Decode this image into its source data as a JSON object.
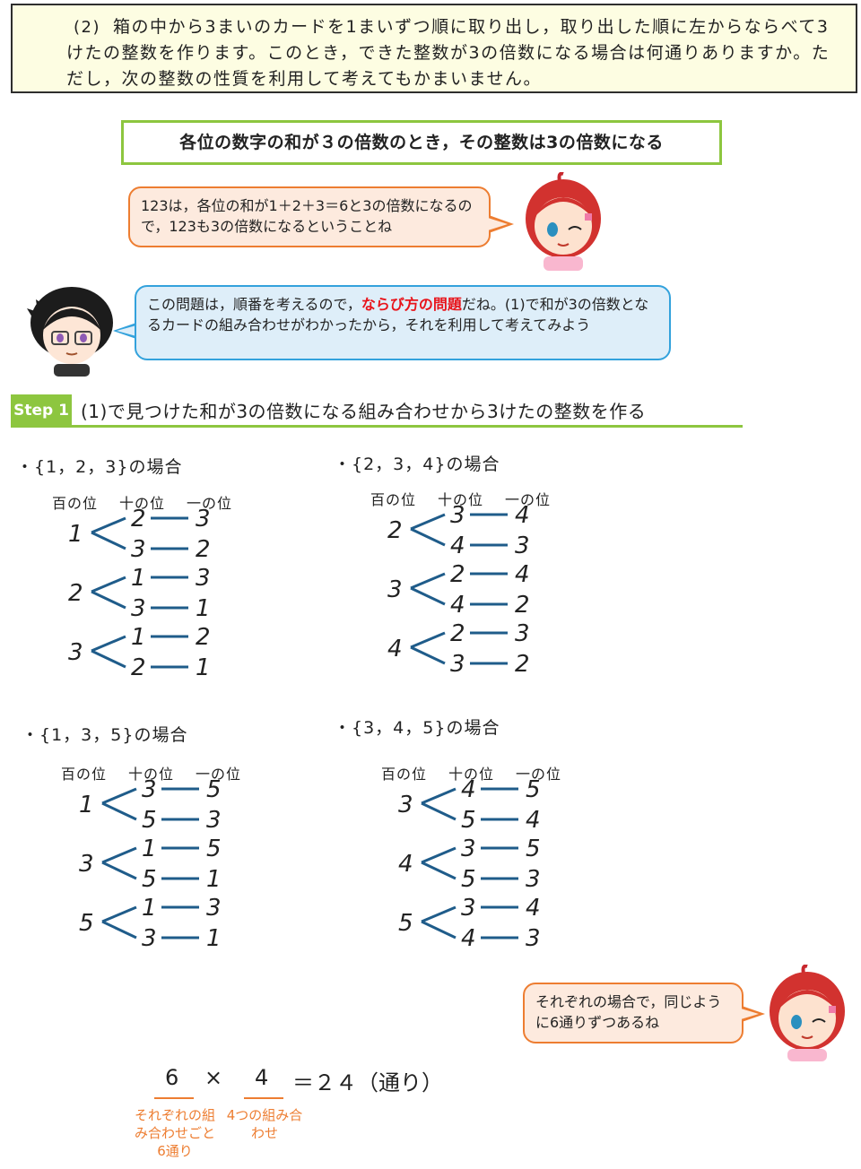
{
  "problem": {
    "number": "(2)",
    "text": "箱の中から3まいのカードを1まいずつ順に取り出し，取り出した順に左からならべて3けたの整数を作ります。このとき，できた整数が3の倍数になる場合は何通りありますか。ただし，次の整数の性質を利用して考えてもかまいません。"
  },
  "property": "各位の数字の和が３の倍数のとき，その整数は3の倍数になる",
  "bubble1": "123は，各位の和が1＋2＋3＝6と3の倍数になるので，123も3の倍数になるということね",
  "bubble2": {
    "before": "この問題は，順番を考えるので，",
    "highlight": "ならび方の問題",
    "after": "だね。(1)で和が3の倍数となるカードの組み合わせがわかったから，それを利用して考えてみよう"
  },
  "step": {
    "badge": "Step 1",
    "title": "(1)で見つけた和が3の倍数になる組み合わせから3けたの整数を作る"
  },
  "headers": {
    "hundreds": "百の位",
    "tens": "十の位",
    "ones": "一の位"
  },
  "cases": [
    {
      "label": "・{1，2，3}の場合",
      "tree": [
        [
          "1",
          "2",
          "3"
        ],
        [
          "1",
          "3",
          "2"
        ],
        [
          "2",
          "1",
          "3"
        ],
        [
          "2",
          "3",
          "1"
        ],
        [
          "3",
          "1",
          "2"
        ],
        [
          "3",
          "2",
          "1"
        ]
      ]
    },
    {
      "label": "・{2，3，4}の場合",
      "tree": [
        [
          "2",
          "3",
          "4"
        ],
        [
          "2",
          "4",
          "3"
        ],
        [
          "3",
          "2",
          "4"
        ],
        [
          "3",
          "4",
          "2"
        ],
        [
          "4",
          "2",
          "3"
        ],
        [
          "4",
          "3",
          "2"
        ]
      ]
    },
    {
      "label": "・{1，3，5}の場合",
      "tree": [
        [
          "1",
          "3",
          "5"
        ],
        [
          "1",
          "5",
          "3"
        ],
        [
          "3",
          "1",
          "5"
        ],
        [
          "3",
          "5",
          "1"
        ],
        [
          "5",
          "1",
          "3"
        ],
        [
          "5",
          "3",
          "1"
        ]
      ]
    },
    {
      "label": "・{3，4，5}の場合",
      "tree": [
        [
          "3",
          "4",
          "5"
        ],
        [
          "3",
          "5",
          "4"
        ],
        [
          "4",
          "3",
          "5"
        ],
        [
          "4",
          "5",
          "3"
        ],
        [
          "5",
          "3",
          "4"
        ],
        [
          "5",
          "4",
          "3"
        ]
      ]
    }
  ],
  "bubble3": "それぞれの場合で，同じように6通りずつあるね",
  "calc": {
    "a": "6",
    "times": "×",
    "b": "4",
    "result": "＝２４（通り）",
    "note_a": "それぞれの組み合わせごと6通り",
    "note_b": "4つの組み合わせ"
  },
  "colors": {
    "accent_green": "#8dc63f",
    "tree_line": "#1f5c8a",
    "orange": "#ed7d31",
    "blue": "#33a2dc",
    "highlight": "#e8141b"
  }
}
